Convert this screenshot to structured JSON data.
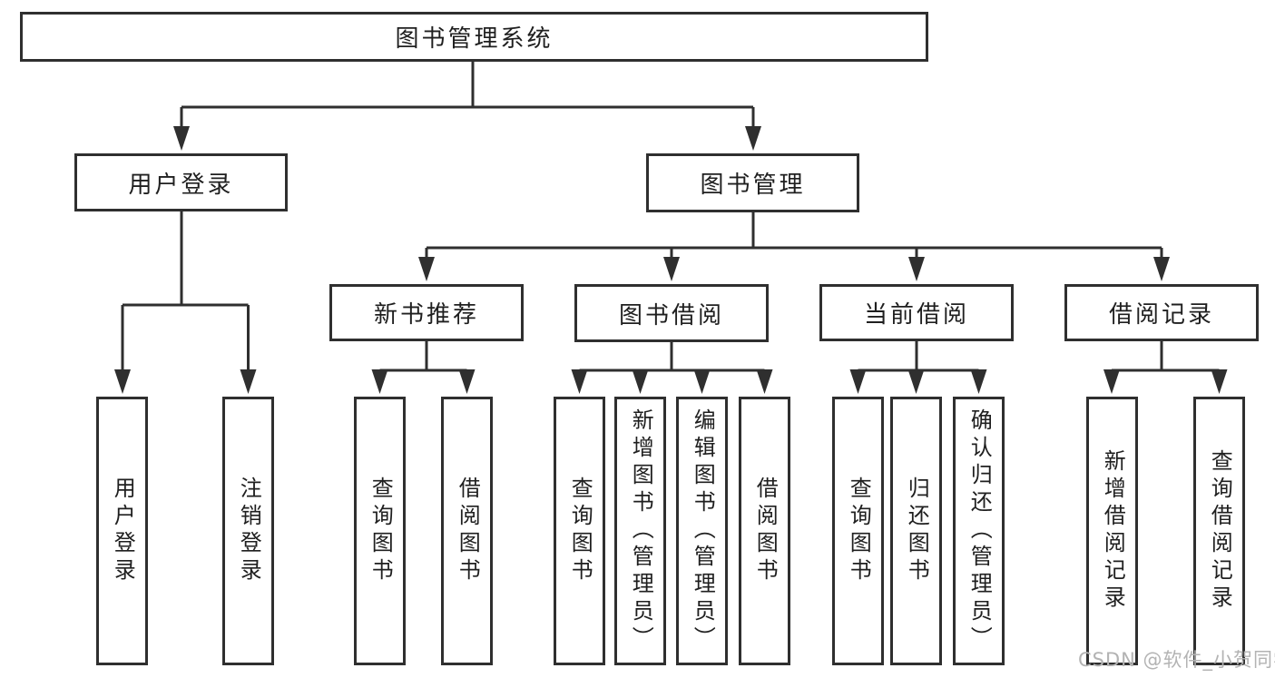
{
  "diagram": {
    "nodes": {
      "root": "图书管理系统",
      "user_login": "用户登录",
      "book_management": "图书管理",
      "new_book_recommend": "新书推荐",
      "book_borrow": "图书借阅",
      "current_borrow": "当前借阅",
      "borrow_records": "借阅记录",
      "login": "用户登录",
      "logout": "注销登录",
      "recommend_query_books": "查询图书",
      "recommend_borrow_books": "借阅图书",
      "borrow_query_books": "查询图书",
      "borrow_add_books_admin": "新增图书（管理员）",
      "borrow_edit_books_admin": "编辑图书（管理员）",
      "borrow_borrow_books": "借阅图书",
      "current_query_books": "查询图书",
      "current_return_books": "归还图书",
      "current_confirm_return_admin": "确认归还（管理员）",
      "records_add_record": "新增借阅记录",
      "records_query_record": "查询借阅记录"
    },
    "watermark": "CSDN @软件_小贺同学",
    "colors": {
      "line": "#2f2f2f",
      "text": "#1f1f1f",
      "background": "#ffffff",
      "watermark": "#b3b3b3"
    }
  }
}
